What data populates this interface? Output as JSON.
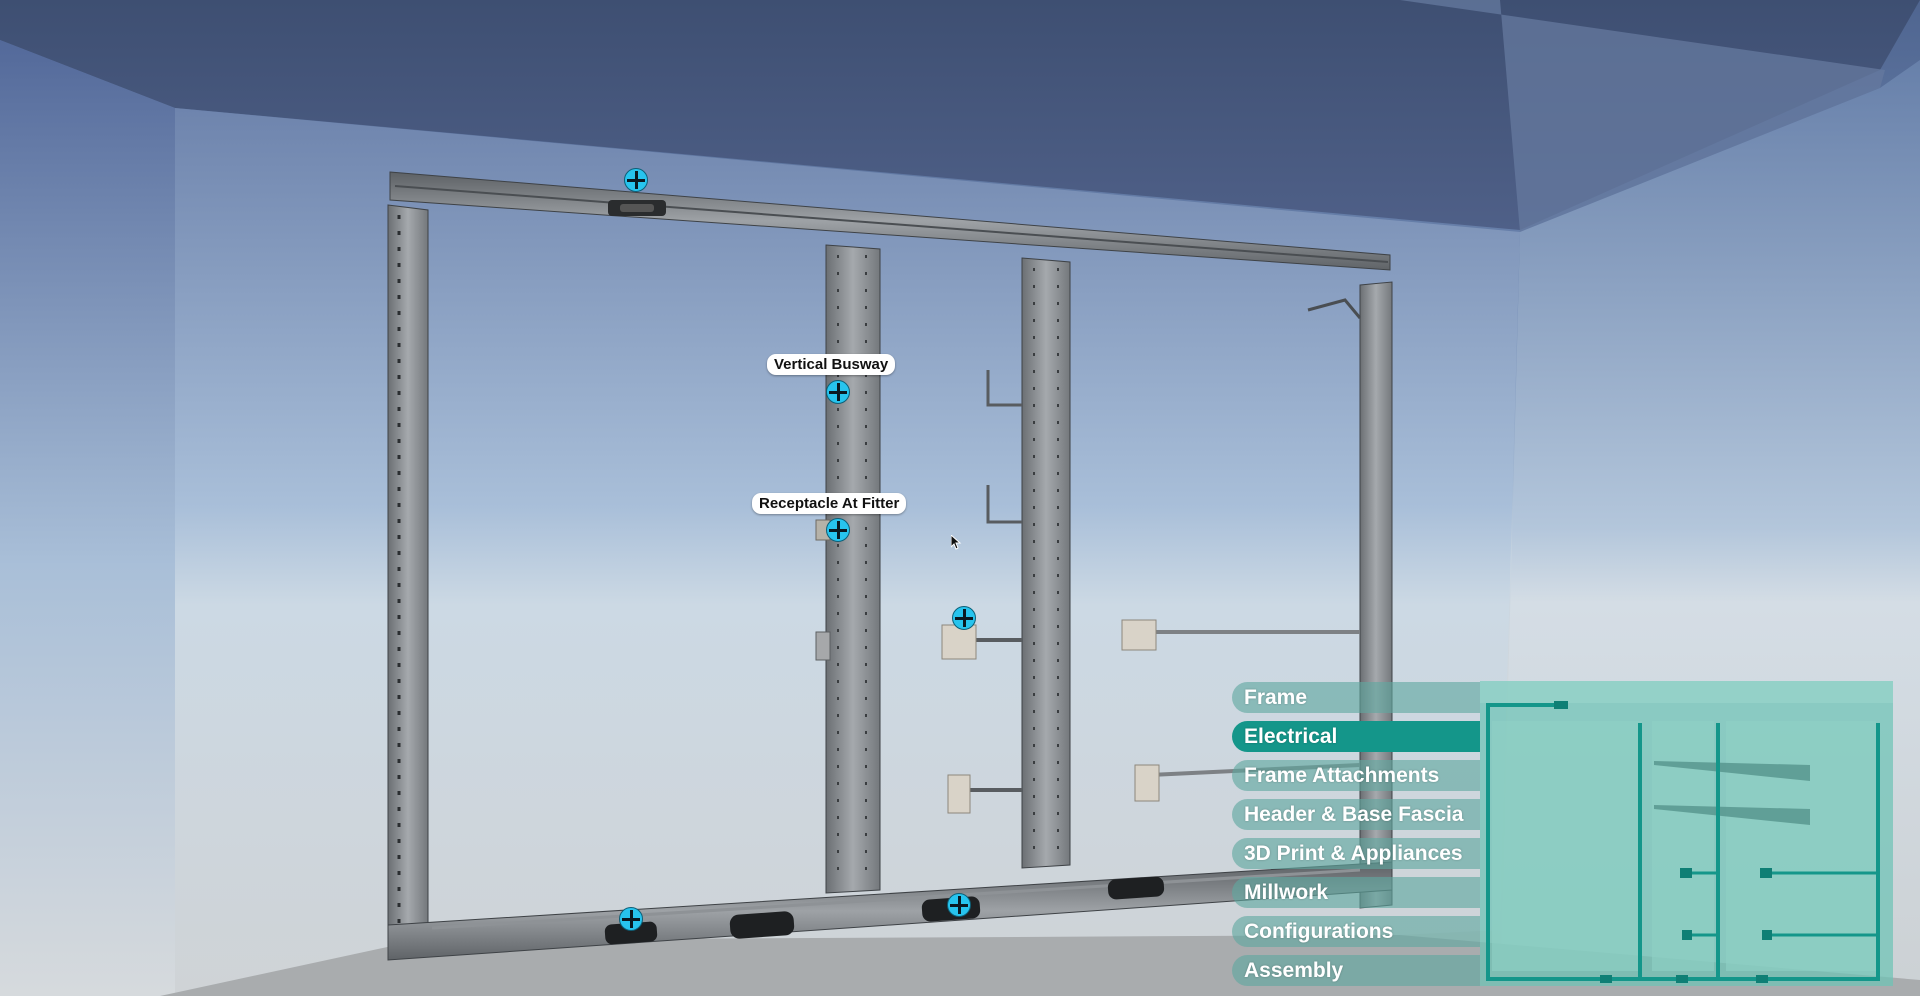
{
  "labels": {
    "vertical_busway": "Vertical Busway",
    "receptacle_at_fitter": "Receptacle At Fitter"
  },
  "menu": {
    "items": [
      {
        "label": "Frame"
      },
      {
        "label": "Electrical"
      },
      {
        "label": "Frame Attachments"
      },
      {
        "label": "Header & Base Fascia"
      },
      {
        "label": "3D Print & Appliances"
      },
      {
        "label": "Millwork"
      },
      {
        "label": "Configurations"
      },
      {
        "label": "Assembly"
      }
    ],
    "active": "Electrical"
  },
  "colors": {
    "hotspot": "#27c4ee",
    "menu_active": "#14968a",
    "menu_item": "#60a8a0",
    "minimap_panel": "#6ec4b6",
    "minimap_stroke": "#14968a"
  }
}
